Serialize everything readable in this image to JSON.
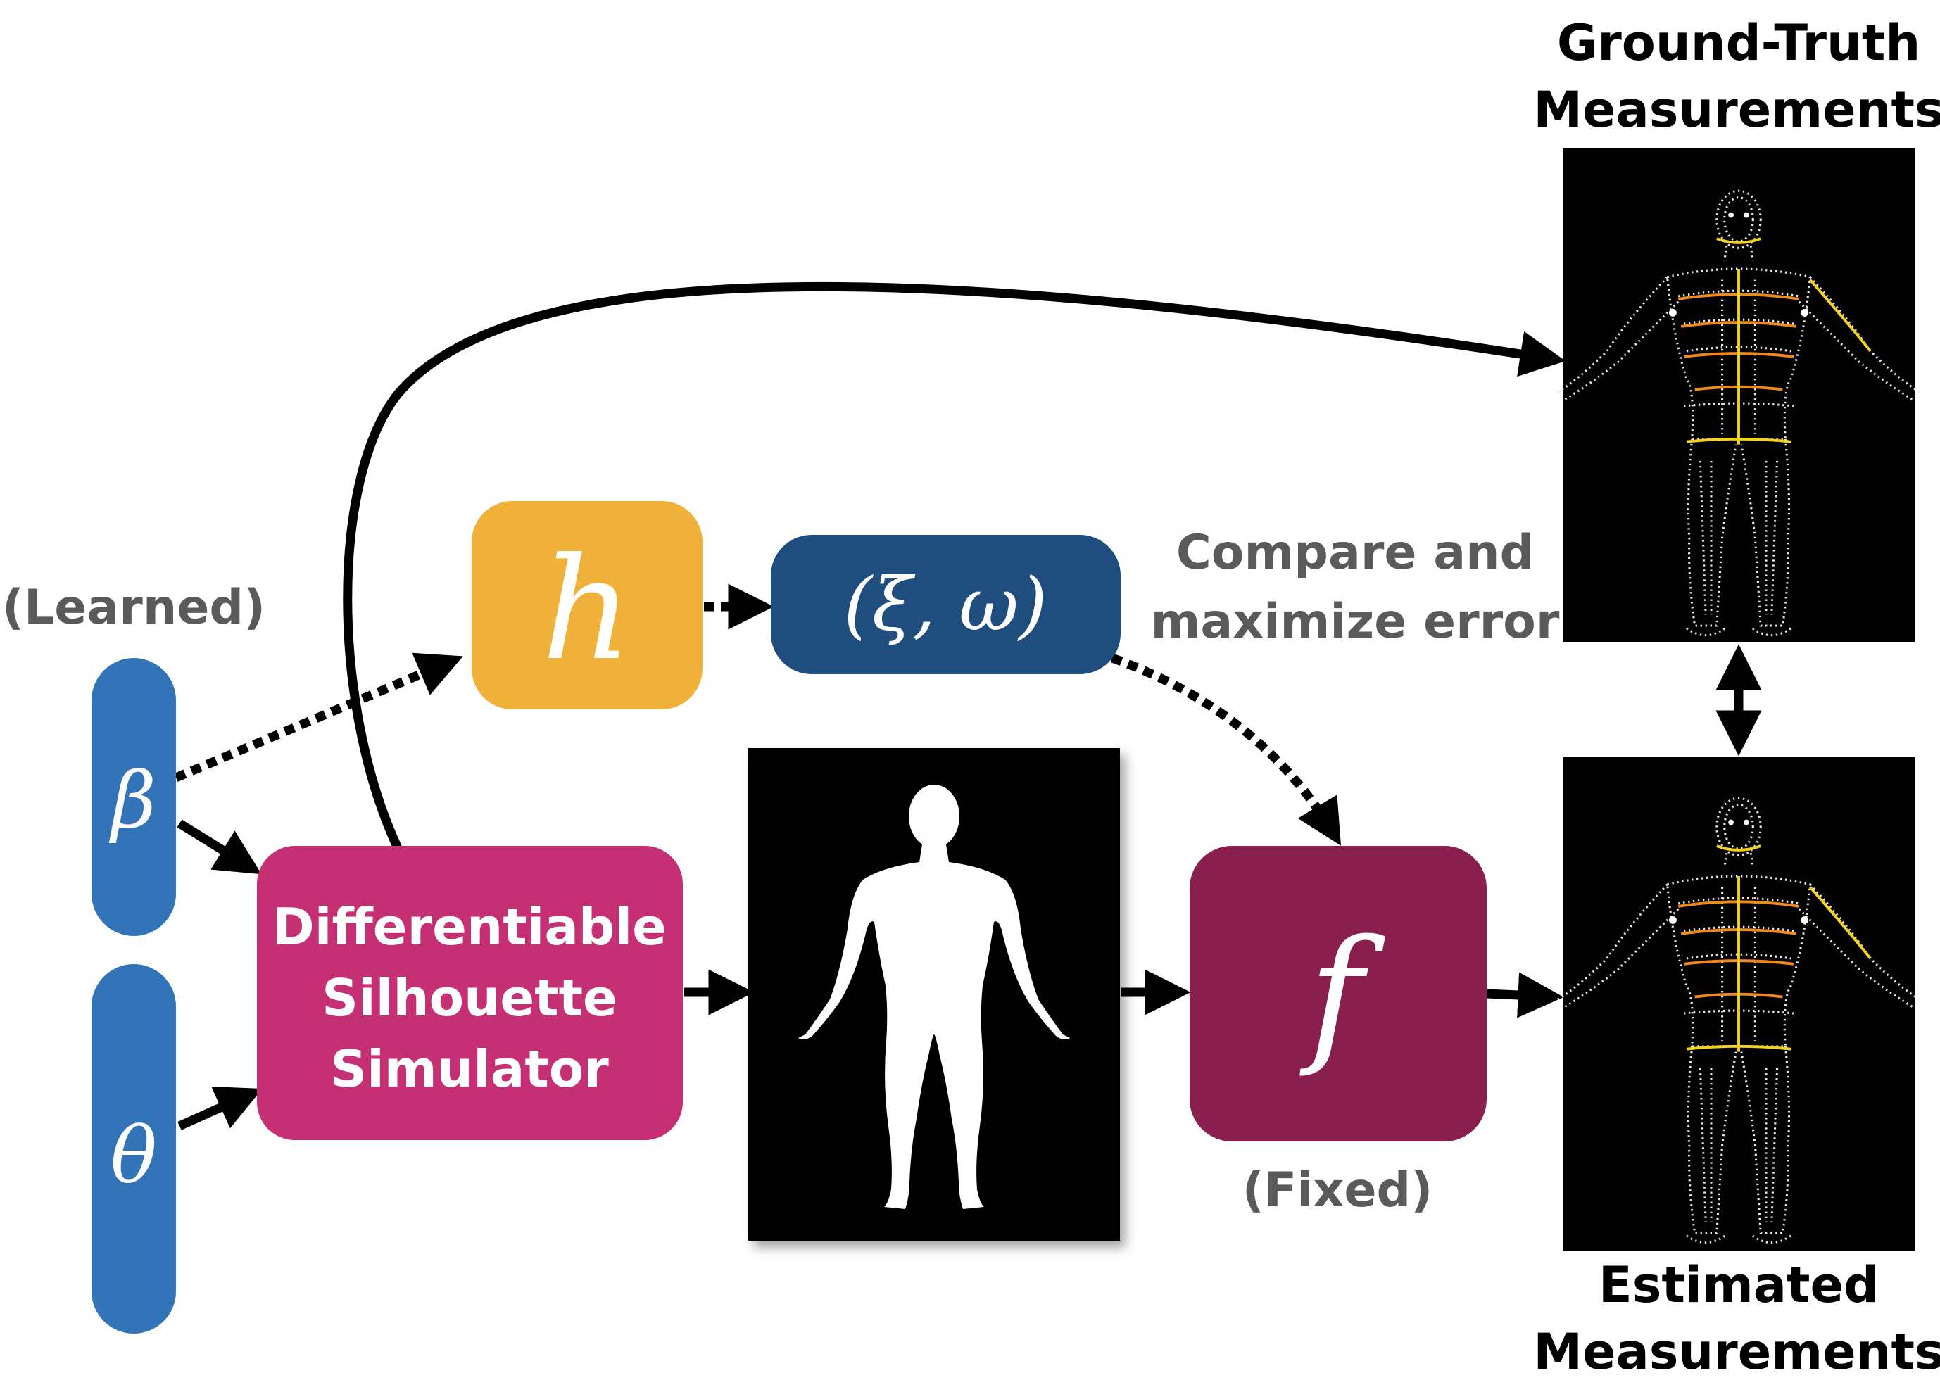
{
  "labels": {
    "learned": "(Learned)",
    "fixed": "(Fixed)",
    "compare_line1": "Compare and",
    "compare_line2": "maximize error",
    "gt_line1": "Ground-Truth",
    "gt_line2": "Measurements",
    "est_line1": "Estimated",
    "est_line2": "Measurements",
    "sim_line1": "Differentiable",
    "sim_line2": "Silhouette",
    "sim_line3": "Simulator"
  },
  "symbols": {
    "beta": "β",
    "theta": "θ",
    "h": "h",
    "xi_omega": "(ξ, ω)",
    "f": "f"
  },
  "colors": {
    "param_blue": "#3274b7",
    "h_orange": "#f0b13b",
    "xiomega_navy": "#1f4e7e",
    "simulator_pink": "#c43073",
    "f_maroon": "#891f4f",
    "label_gray": "#5a5a5a",
    "panel_black": "#000000",
    "measure_orange": "#f08a1c",
    "measure_yellow": "#f5d220"
  },
  "icons": {
    "silhouette": "human-silhouette-icon",
    "mesh": "human-point-cloud-icon"
  }
}
